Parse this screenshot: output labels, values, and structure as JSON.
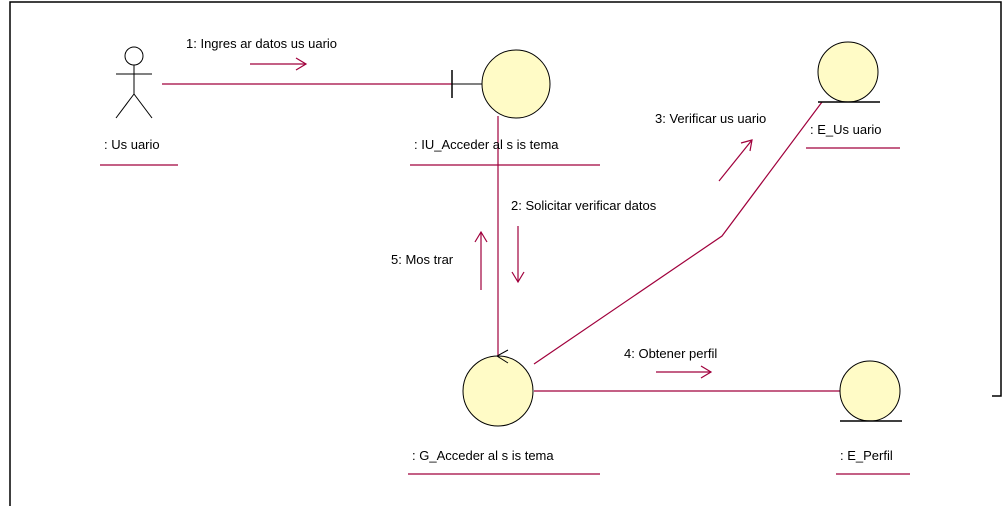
{
  "colors": {
    "line": "#a0003c",
    "object_fill": "#fffbc6",
    "object_stroke": "#000000",
    "frame": "#000000",
    "background": "#ffffff"
  },
  "objects": {
    "actor_usuario": {
      "label": ": Us uario",
      "icon": "actor-stick-figure"
    },
    "iu_acceder": {
      "label": ": IU_Acceder al s is tema",
      "icon": "boundary-object"
    },
    "e_usuario": {
      "label": ": E_Us uario",
      "icon": "entity-object"
    },
    "g_acceder": {
      "label": ": G_Acceder al s is tema",
      "icon": "control-object"
    },
    "e_perfil": {
      "label": ": E_Perfil",
      "icon": "entity-object"
    }
  },
  "messages": [
    {
      "label": "1: Ingres ar datos us uario"
    },
    {
      "label": "2: Solicitar verificar datos"
    },
    {
      "label": "3: Verificar us uario"
    },
    {
      "label": "4: Obtener perfil"
    },
    {
      "label": "5: Mos trar"
    }
  ]
}
